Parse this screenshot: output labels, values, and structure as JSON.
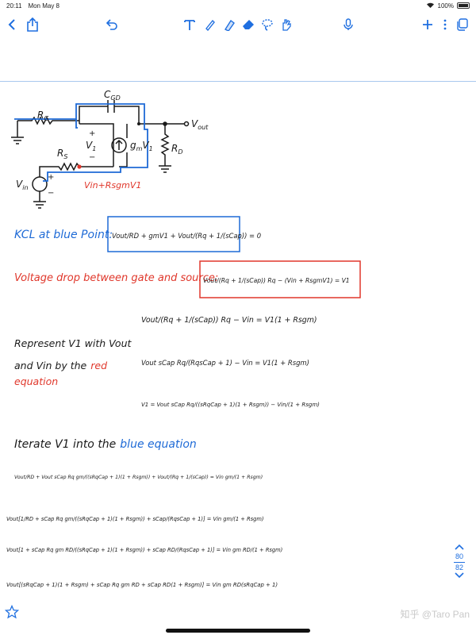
{
  "status_bar": {
    "time": "20:11",
    "date": "Mon May 8",
    "battery": "100%"
  },
  "toolbar": {
    "back_icon": "chevron-left-icon",
    "share_icon": "share-icon",
    "undo_icon": "undo-icon",
    "text_tool_icon": "text-tool-icon",
    "pen_tool_icon": "pen-icon",
    "highlighter_icon": "highlighter-icon",
    "eraser_icon": "eraser-icon",
    "lasso_icon": "lasso-icon",
    "shapes_icon": "hand-shapes-icon",
    "mic_icon": "microphone-icon",
    "add_icon": "plus-icon",
    "more_icon": "more-icon",
    "pages_icon": "pages-icon",
    "accent_color": "#1f6fe0"
  },
  "circuit": {
    "rg": "R",
    "rg_sub": "G",
    "cgd": "C",
    "cgd_sub": "GD",
    "vout": "V",
    "vout_sub": "out",
    "v1": "V",
    "v1_sub": "1",
    "v1_plus": "+",
    "v1_minus": "−",
    "gm": "g",
    "gm_sub": "m",
    "gm_v": "V",
    "gm_v_sub": "1",
    "rd": "R",
    "rd_sub": "D",
    "rs": "R",
    "rs_sub": "S",
    "vin": "V",
    "vin_sub": "in",
    "vin_plus": "+",
    "vin_minus": "−",
    "red_annotation": "Vin+RsgmV1",
    "wire_color": "#1a1a1a",
    "highlight_color": "#1e6ad6",
    "red_color": "#e0372b"
  },
  "notes": {
    "kcl_label": "KCL at blue Point:",
    "kcl_equation": "Vout/RD + gmV1 + Vout/(Rq + 1/(sCap)) = 0",
    "vdrop_label": "Voltage drop between gate and source:",
    "vdrop_equation": "Vout/(Rq + 1/(sCap)) Rq − (Vin + RsgmV1) = V1",
    "represent_line1": "Represent V1 with Vout",
    "represent_line2": "and Vin by the",
    "represent_red": "red",
    "represent_line3": "equation",
    "step1": "Vout/(Rq + 1/(sCap)) Rq − Vin = V1(1 + Rsgm)",
    "step2": "Vout sCap Rq/(RqsCap + 1) − Vin = V1(1 + Rsgm)",
    "step3": "V1 = Vout sCap Rq/((sRqCap + 1)(1 + Rsgm)) − Vin/(1 + Rsgm)",
    "iterate_label": "Iterate V1 into the",
    "iterate_blue": "blue equation",
    "iter1": "Vout/RD + Vout sCap Rq gm/((sRqCap + 1)(1 + Rsgm)) + Vout/(Rq + 1/(sCap)) = Vin gm/(1 + Rsgm)",
    "iter2": "Vout[1/RD + sCap Rq gm/((sRqCap + 1)(1 + Rsgm)) + sCap/(RqsCap + 1)] = Vin gm/(1 + Rsgm)",
    "iter3": "Vout[1 + sCap Rq gm RD/((sRqCap + 1)(1 + Rsgm)) + sCap RD/(RqsCap + 1)] = Vin gm RD/(1 + Rsgm)",
    "iter4": "Vout[(sRqCap + 1)(1 + Rsgm) + sCap Rq gm RD + sCap RD(1 + Rsgm)] = Vin gm RD(sRqCap + 1)"
  },
  "page_indicator": {
    "current": "80",
    "total": "82",
    "up_icon": "chevron-up-icon",
    "down_icon": "chevron-down-icon"
  },
  "bottom": {
    "star_icon": "star-icon",
    "watermark": "知乎 @Taro Pan"
  }
}
